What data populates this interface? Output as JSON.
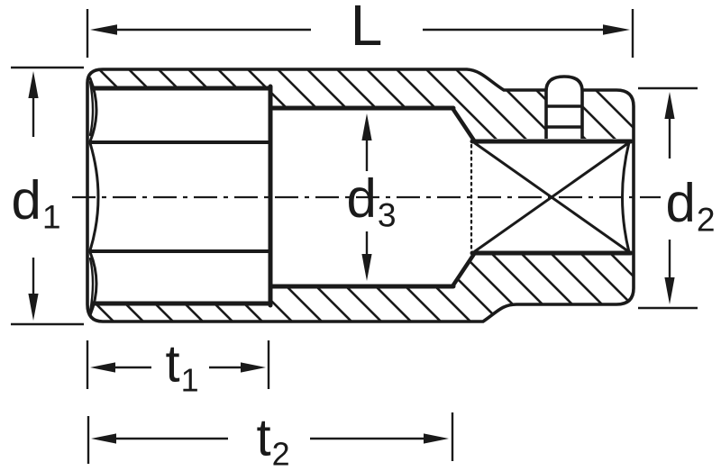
{
  "diagram": {
    "kind": "technical-drawing",
    "subject": "socket cross-section with dimension callouts",
    "background_color": "#ffffff",
    "ink_color": "#1a1a1a",
    "labels": {
      "L": {
        "main": "L",
        "sub": ""
      },
      "d1": {
        "main": "d",
        "sub": "1"
      },
      "d2": {
        "main": "d",
        "sub": "2"
      },
      "d3": {
        "main": "d",
        "sub": "3"
      },
      "t1": {
        "main": "t",
        "sub": "1"
      },
      "t2": {
        "main": "t",
        "sub": "2"
      }
    }
  }
}
